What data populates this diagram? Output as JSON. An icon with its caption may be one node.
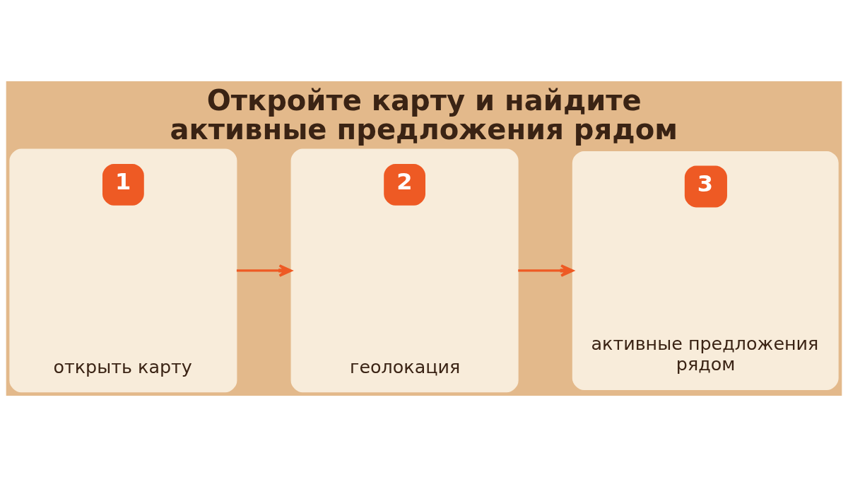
{
  "diagram": {
    "title": "Откройте карту и найдите активные предложения рядом",
    "nodes": [
      {
        "text": [
          "1",
          "открыть карту"
        ]
      },
      {
        "text": [
          "2",
          "геолокация"
        ]
      },
      {
        "text": [
          "3",
          "активные предложения рядом"
        ]
      }
    ],
    "edges": [
      {
        "from": 0,
        "to": 1,
        "arrow": "to"
      },
      {
        "from": 1,
        "to": 2,
        "arrow": "to"
      }
    ]
  }
}
